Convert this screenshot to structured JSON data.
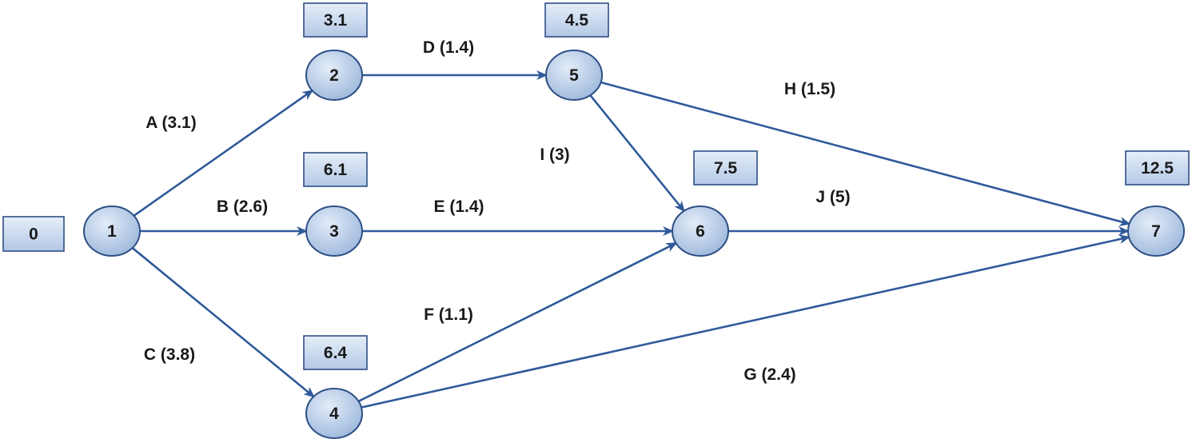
{
  "nodes": [
    {
      "id": "1",
      "label": "1",
      "time": "0"
    },
    {
      "id": "2",
      "label": "2",
      "time": "3.1"
    },
    {
      "id": "3",
      "label": "3",
      "time": "6.1"
    },
    {
      "id": "4",
      "label": "4",
      "time": "6.4"
    },
    {
      "id": "5",
      "label": "5",
      "time": "4.5"
    },
    {
      "id": "6",
      "label": "6",
      "time": "7.5"
    },
    {
      "id": "7",
      "label": "7",
      "time": "12.5"
    }
  ],
  "edges": [
    {
      "from": "1",
      "to": "2",
      "label": "A (3.1)"
    },
    {
      "from": "1",
      "to": "3",
      "label": "B (2.6)"
    },
    {
      "from": "1",
      "to": "4",
      "label": "C (3.8)"
    },
    {
      "from": "2",
      "to": "5",
      "label": "D (1.4)"
    },
    {
      "from": "3",
      "to": "6",
      "label": "E (1.4)"
    },
    {
      "from": "4",
      "to": "6",
      "label": "F (1.1)"
    },
    {
      "from": "4",
      "to": "7",
      "label": "G (2.4)"
    },
    {
      "from": "5",
      "to": "7",
      "label": "H (1.5)"
    },
    {
      "from": "5",
      "to": "6",
      "label": "I (3)"
    },
    {
      "from": "6",
      "to": "7",
      "label": "J (5)"
    }
  ],
  "colors": {
    "node_fill_light": "#d6e3f3",
    "node_fill_dark": "#9db8dc",
    "stroke": "#2d4f84",
    "edge": "#2f5a9a",
    "box_fill_light": "#dfe8f5",
    "box_fill_dark": "#b3c8e6"
  }
}
